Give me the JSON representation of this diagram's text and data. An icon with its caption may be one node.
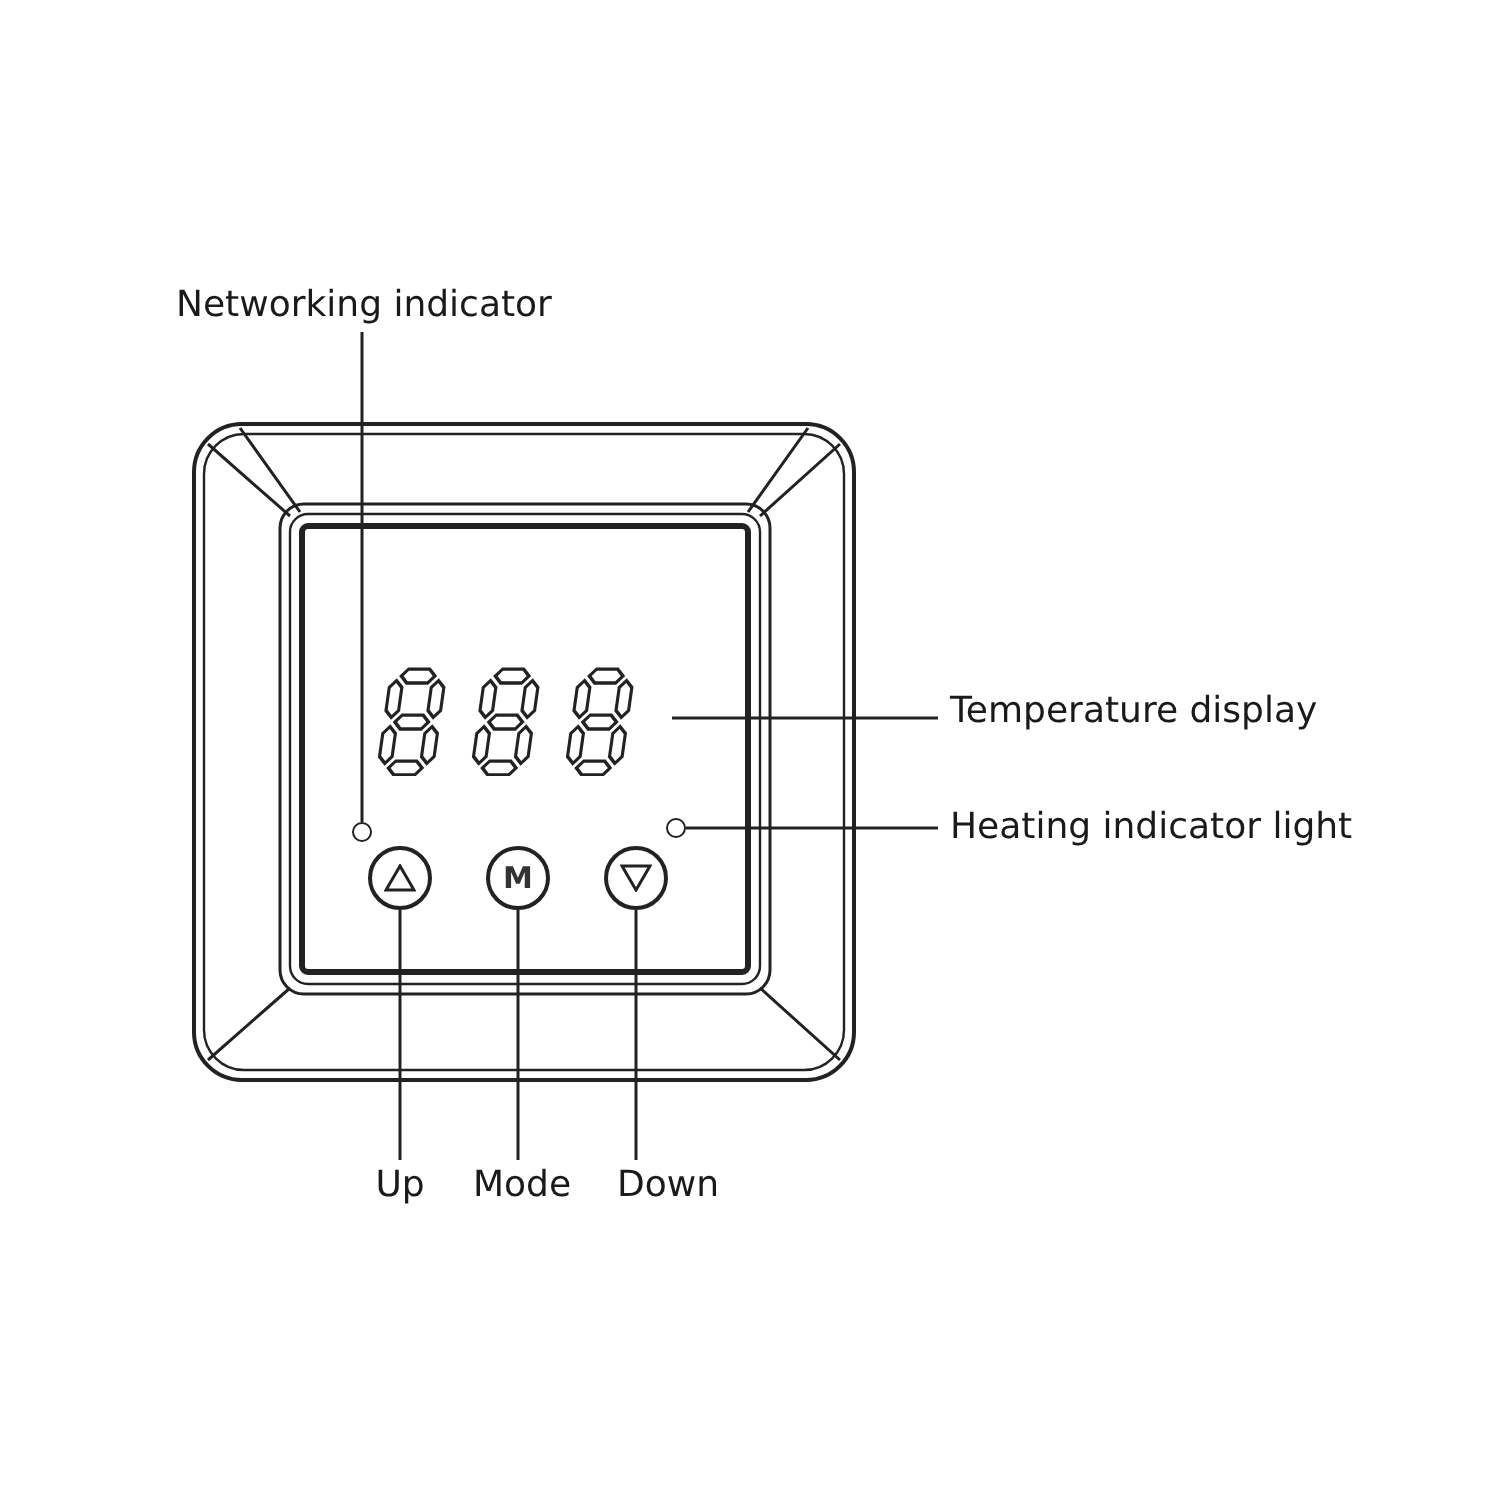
{
  "diagram": {
    "nodes": [
      {
        "text": [
          "Networking indicator"
        ]
      },
      {
        "text": [],
        "shape": "circle"
      },
      {
        "text": [
          "Temperature display"
        ]
      },
      {
        "text": [],
        "shape": "picture"
      },
      {
        "text": [
          "Heating indicator light"
        ]
      },
      {
        "text": [],
        "shape": "circle"
      },
      {
        "text": [],
        "shape": "circle"
      },
      {
        "text": [
          "M"
        ]
      },
      {
        "text": [],
        "shape": "circle"
      },
      {
        "text": [
          "Up"
        ]
      },
      {
        "text": [
          "Mode"
        ]
      },
      {
        "text": [
          "Down"
        ]
      }
    ],
    "edges": [
      {
        "from": 0,
        "to": 1,
        "arrow": "none"
      },
      {
        "from": 2,
        "to": 3,
        "arrow": "none"
      },
      {
        "from": 4,
        "to": 5,
        "arrow": "none"
      },
      {
        "from": 9,
        "to": 6,
        "arrow": "none"
      },
      {
        "from": 10,
        "to": 7,
        "arrow": "none"
      },
      {
        "from": 11,
        "to": 8,
        "arrow": "none"
      }
    ]
  }
}
